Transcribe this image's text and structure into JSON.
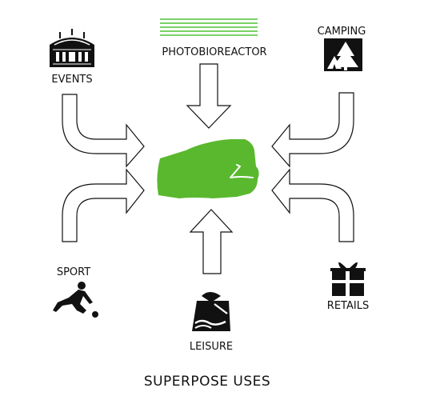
{
  "labels": {
    "photobioreactor": "PHOTOBIOREACTOR",
    "events": "EVENTS",
    "camping": "CAMPING",
    "sport": "SPORT",
    "leisure": "LEISURE",
    "retails": "RETAILS"
  },
  "caption": "SUPERPOSE USES",
  "icons": [
    "stadium-icon",
    "photobioreactor-lines-icon",
    "tent-tree-icon",
    "bowler-icon",
    "beach-umbrella-icon",
    "gift-box-icon"
  ],
  "colors": {
    "center_shape": "#5ab82e",
    "reactor_lines": "#4cc431",
    "outline": "#111111"
  }
}
